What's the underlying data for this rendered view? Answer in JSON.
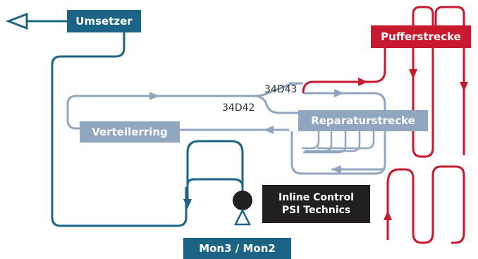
{
  "boxes": {
    "umsetzer": "Umsetzer",
    "pufferstrecke": "Pufferstrecke",
    "verteilerring": "Verteilerring",
    "reparaturstrecke": "Reparaturstrecke",
    "inline_control_line1": "Inline Control",
    "inline_control_line2": "PSI Technics",
    "mon": "Mon3 / Mon2"
  },
  "track_labels": {
    "track_a": "34D43",
    "track_b": "34D42"
  },
  "colors": {
    "dark_blue": "#1b6485",
    "grey_blue": "#8fa6be",
    "red": "#c8192e",
    "black": "#231f20"
  },
  "icons": {
    "outlet_arrow": "open-arrow-left-icon",
    "inspection_station": "circle-on-triangle-icon"
  }
}
